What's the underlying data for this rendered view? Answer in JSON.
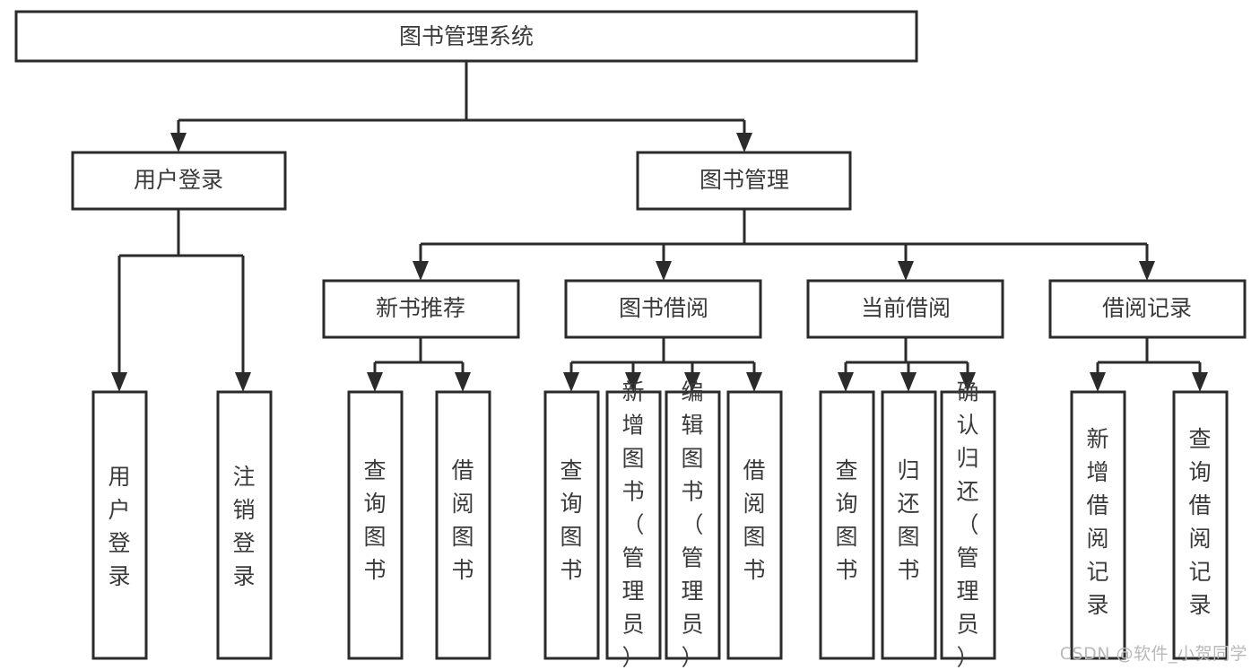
{
  "diagram": {
    "type": "tree",
    "orientation": "top-down",
    "title": "图书管理系统",
    "watermark": "CSDN @软件_小贺同学",
    "style": {
      "box_fill": "#ffffff",
      "box_stroke": "#2b2b2b",
      "text_color": "#3a3a3a",
      "watermark_color": "#b9b9b9",
      "background": "#ffffff"
    },
    "levels": [
      {
        "level": 0,
        "nodes": [
          {
            "id": "root",
            "label": "图书管理系统",
            "orientation": "horizontal"
          }
        ]
      },
      {
        "level": 1,
        "nodes": [
          {
            "id": "login",
            "label": "用户登录",
            "orientation": "horizontal",
            "parent": "root"
          },
          {
            "id": "bookmgmt",
            "label": "图书管理",
            "orientation": "horizontal",
            "parent": "root"
          }
        ]
      },
      {
        "level": 2,
        "nodes": [
          {
            "id": "newbook",
            "label": "新书推荐",
            "orientation": "horizontal",
            "parent": "bookmgmt"
          },
          {
            "id": "borrow",
            "label": "图书借阅",
            "orientation": "horizontal",
            "parent": "bookmgmt"
          },
          {
            "id": "current",
            "label": "当前借阅",
            "orientation": "horizontal",
            "parent": "bookmgmt"
          },
          {
            "id": "records",
            "label": "借阅记录",
            "orientation": "horizontal",
            "parent": "bookmgmt"
          }
        ]
      },
      {
        "level": 3,
        "nodes": [
          {
            "id": "leaf-user-login",
            "label": "用户登录",
            "orientation": "vertical",
            "parent": "login"
          },
          {
            "id": "leaf-user-logout",
            "label": "注销登录",
            "orientation": "vertical",
            "parent": "login"
          },
          {
            "id": "leaf-newbook-query",
            "label": "查询图书",
            "orientation": "vertical",
            "parent": "newbook"
          },
          {
            "id": "leaf-newbook-borrow",
            "label": "借阅图书",
            "orientation": "vertical",
            "parent": "newbook"
          },
          {
            "id": "leaf-borrow-query",
            "label": "查询图书",
            "orientation": "vertical",
            "parent": "borrow"
          },
          {
            "id": "leaf-borrow-add",
            "label": "新增图书（管理员）",
            "orientation": "vertical",
            "parent": "borrow"
          },
          {
            "id": "leaf-borrow-edit",
            "label": "编辑图书（管理员）",
            "orientation": "vertical",
            "parent": "borrow"
          },
          {
            "id": "leaf-borrow-lend",
            "label": "借阅图书",
            "orientation": "vertical",
            "parent": "borrow"
          },
          {
            "id": "leaf-current-query",
            "label": "查询图书",
            "orientation": "vertical",
            "parent": "current"
          },
          {
            "id": "leaf-current-return",
            "label": "归还图书",
            "orientation": "vertical",
            "parent": "current"
          },
          {
            "id": "leaf-current-confirm",
            "label": "确认归还（管理员）",
            "orientation": "vertical",
            "parent": "current"
          },
          {
            "id": "leaf-records-add",
            "label": "新增借阅记录",
            "orientation": "vertical",
            "parent": "records"
          },
          {
            "id": "leaf-records-query",
            "label": "查询借阅记录",
            "orientation": "vertical",
            "parent": "records"
          }
        ]
      }
    ]
  }
}
